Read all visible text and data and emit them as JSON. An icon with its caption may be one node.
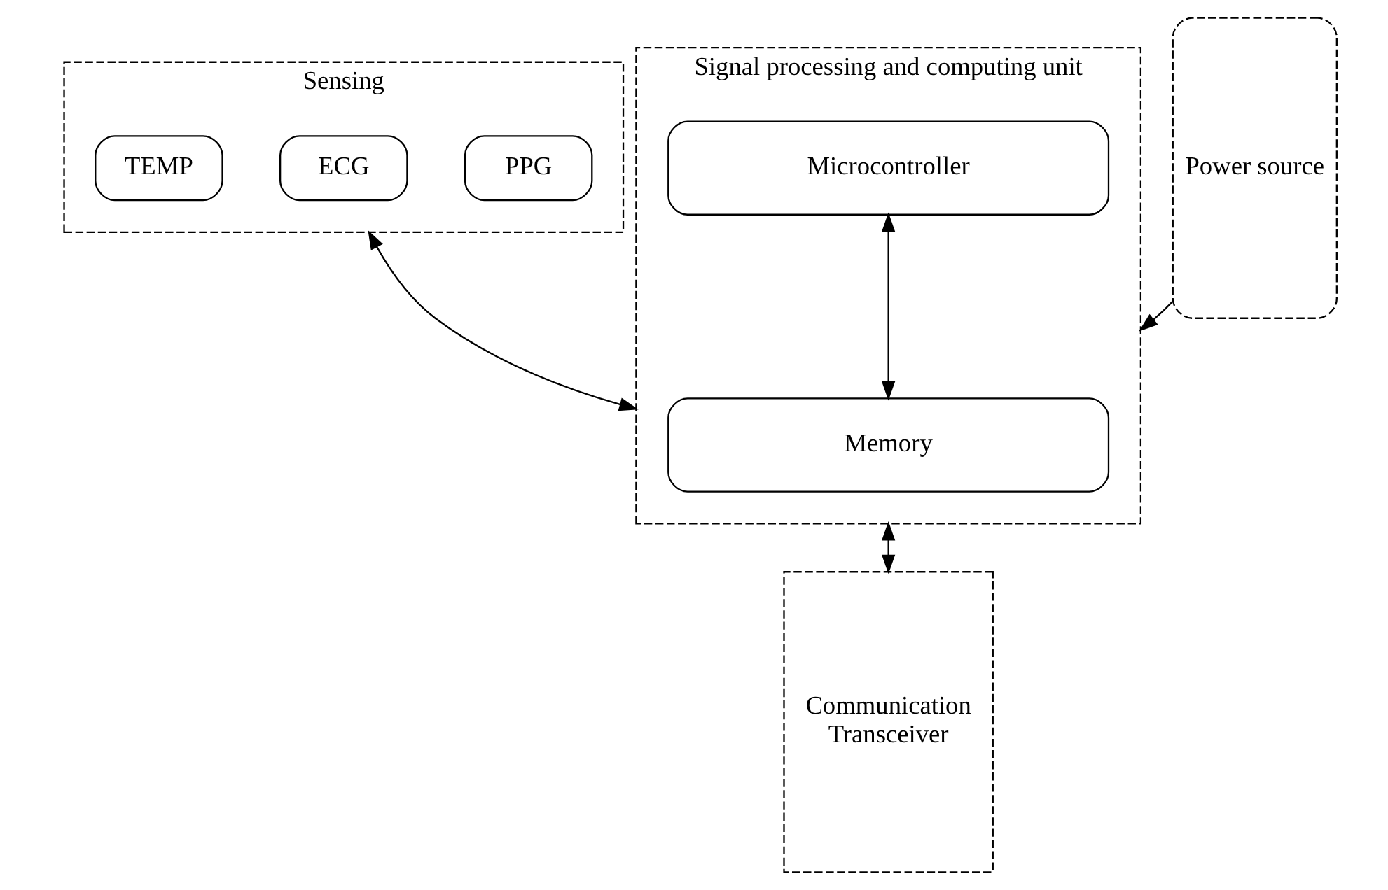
{
  "diagram": {
    "nodes": [
      {
        "text": [
          "Sensing"
        ]
      },
      {
        "text": [
          "PPG"
        ],
        "in": 0
      },
      {
        "text": [
          "ECG"
        ],
        "in": 0
      },
      {
        "text": [
          "TEMP"
        ],
        "in": 0
      },
      {
        "text": [
          "Power source"
        ]
      },
      {
        "text": [
          "Signal processing and computing unit"
        ]
      },
      {
        "text": [
          "Microcontroller"
        ],
        "in": 5
      },
      {
        "text": [
          "Memory"
        ],
        "in": 5
      },
      {
        "text": [
          "Communication",
          "Transceiver"
        ]
      }
    ],
    "edges": [
      {
        "from": 0,
        "to": 5,
        "arrow": "both"
      },
      {
        "from": 4,
        "to": 5,
        "arrow": "to"
      },
      {
        "from": 6,
        "to": 7,
        "arrow": "both"
      },
      {
        "from": 5,
        "to": 8,
        "arrow": "both"
      }
    ]
  }
}
